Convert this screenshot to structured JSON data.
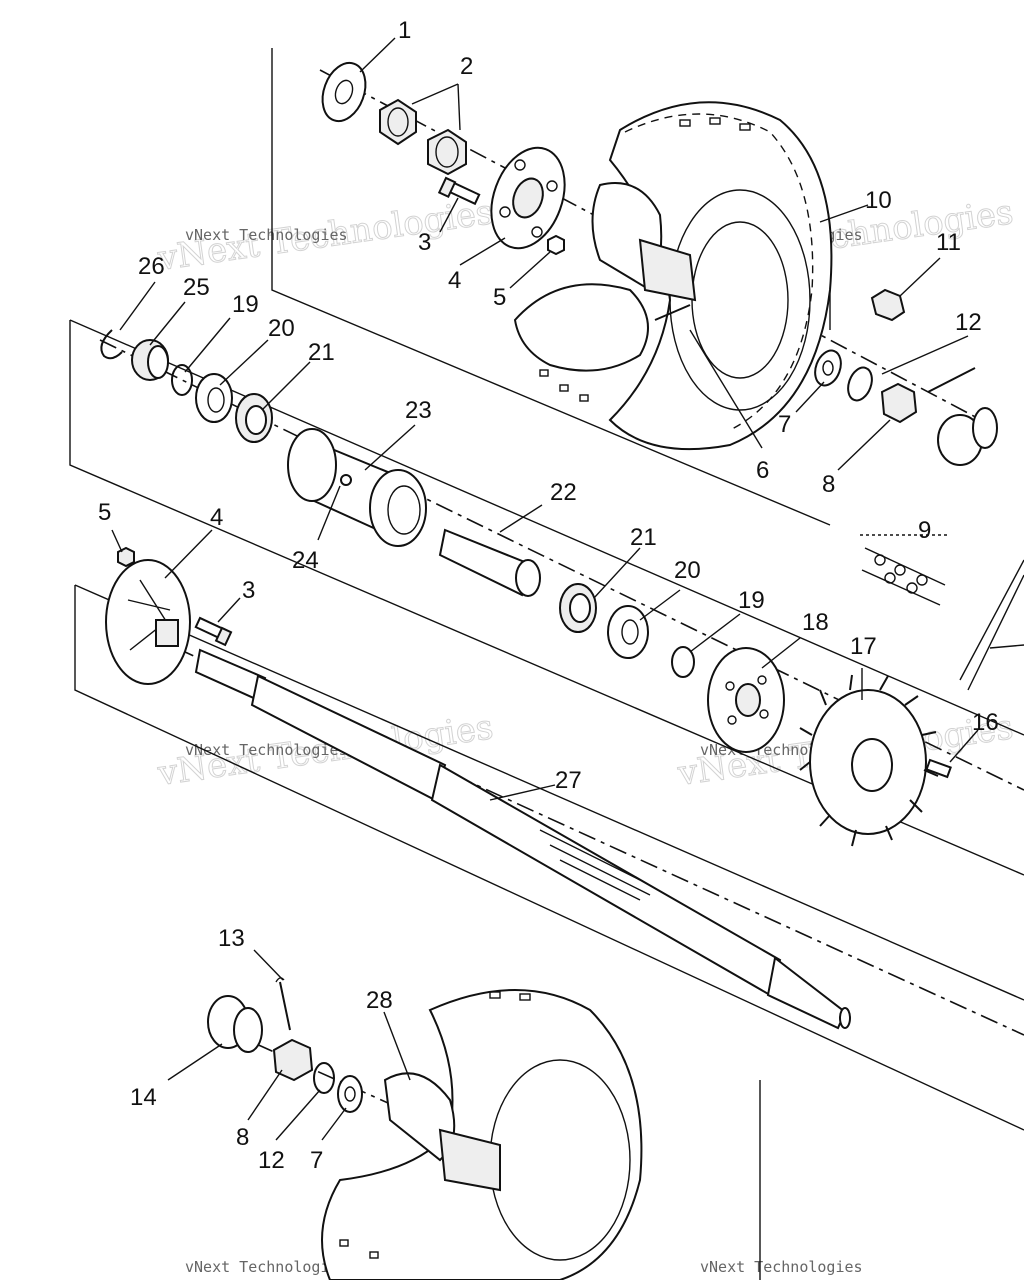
{
  "diagram": {
    "callouts": [
      {
        "id": "c1",
        "label": "1"
      },
      {
        "id": "c2",
        "label": "2"
      },
      {
        "id": "c3a",
        "label": "3"
      },
      {
        "id": "c4a",
        "label": "4"
      },
      {
        "id": "c5a",
        "label": "5"
      },
      {
        "id": "c6",
        "label": "6"
      },
      {
        "id": "c7a",
        "label": "7"
      },
      {
        "id": "c8a",
        "label": "8"
      },
      {
        "id": "c9",
        "label": "9"
      },
      {
        "id": "c10",
        "label": "10"
      },
      {
        "id": "c11",
        "label": "11"
      },
      {
        "id": "c12a",
        "label": "12"
      },
      {
        "id": "c13",
        "label": "13"
      },
      {
        "id": "c14",
        "label": "14"
      },
      {
        "id": "c16",
        "label": "16"
      },
      {
        "id": "c17",
        "label": "17"
      },
      {
        "id": "c18",
        "label": "18"
      },
      {
        "id": "c19a",
        "label": "19"
      },
      {
        "id": "c19b",
        "label": "19"
      },
      {
        "id": "c20a",
        "label": "20"
      },
      {
        "id": "c20b",
        "label": "20"
      },
      {
        "id": "c21a",
        "label": "21"
      },
      {
        "id": "c21b",
        "label": "21"
      },
      {
        "id": "c22",
        "label": "22"
      },
      {
        "id": "c23",
        "label": "23"
      },
      {
        "id": "c24",
        "label": "24"
      },
      {
        "id": "c25",
        "label": "25"
      },
      {
        "id": "c26",
        "label": "26"
      },
      {
        "id": "c27",
        "label": "27"
      },
      {
        "id": "c28",
        "label": "28"
      },
      {
        "id": "c5b",
        "label": "5"
      },
      {
        "id": "c4b",
        "label": "4"
      },
      {
        "id": "c3b",
        "label": "3"
      },
      {
        "id": "c8b",
        "label": "8"
      },
      {
        "id": "c12b",
        "label": "12"
      },
      {
        "id": "c7b",
        "label": "7"
      }
    ],
    "watermark": {
      "big": "vNext Technologies",
      "small": "vNext Technologies"
    }
  }
}
